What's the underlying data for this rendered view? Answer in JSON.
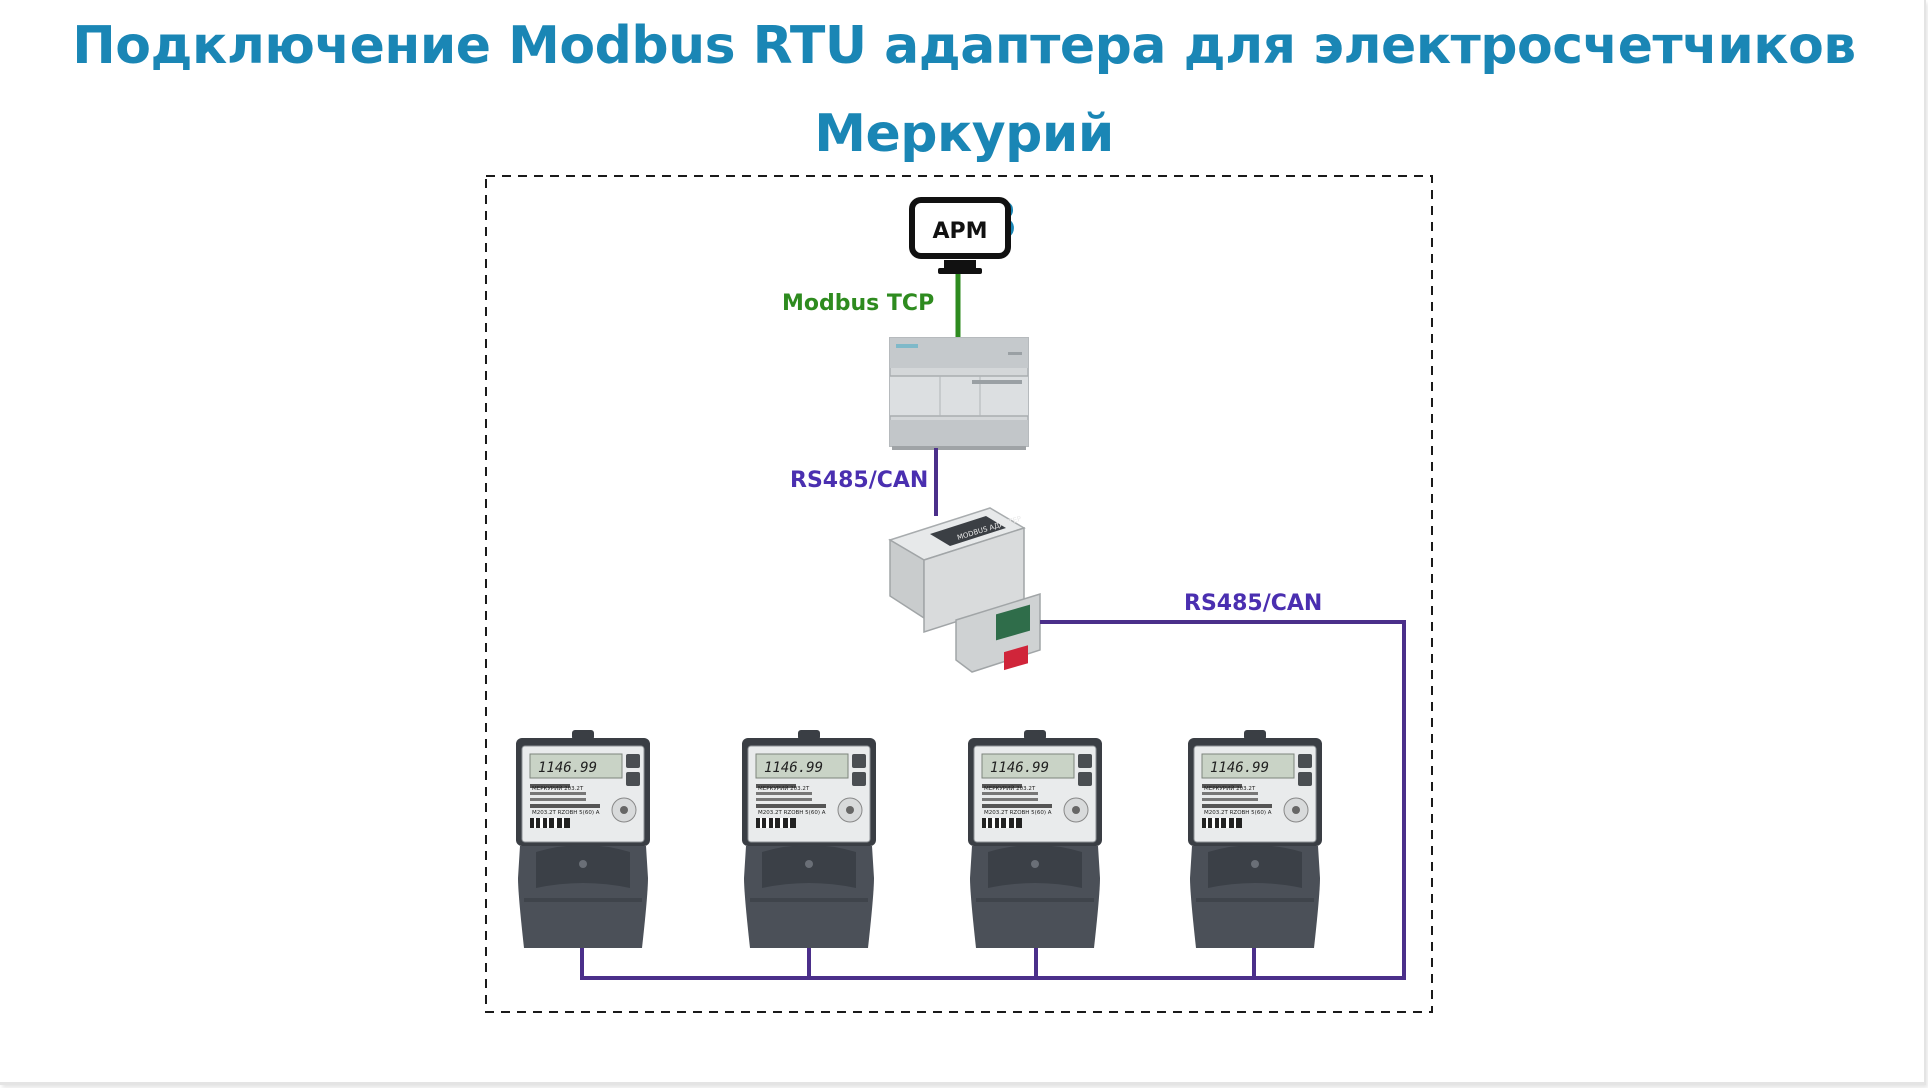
{
  "title": {
    "line1": "Подключение Modbus RTU адаптера для электросчетчиков Меркурий",
    "line2": "203"
  },
  "workstation": {
    "label": "АРМ"
  },
  "links": {
    "tcp": "Modbus TCP",
    "rs485_upper": "RS485/CAN",
    "rs485_right": "RS485/CAN"
  },
  "adapter": {
    "caption": "MODBUS АДАПТЕР"
  },
  "meter": {
    "display": "1146.99",
    "brand": "МЕРКУРИЙ 203.2Т",
    "model": "M203.2T RZOBH 5(60) A"
  },
  "colors": {
    "title": "#1a86b5",
    "tcp_line": "#2e8b1f",
    "rs485_line": "#4b2f8a",
    "rs485_label": "#4a2fb0"
  }
}
